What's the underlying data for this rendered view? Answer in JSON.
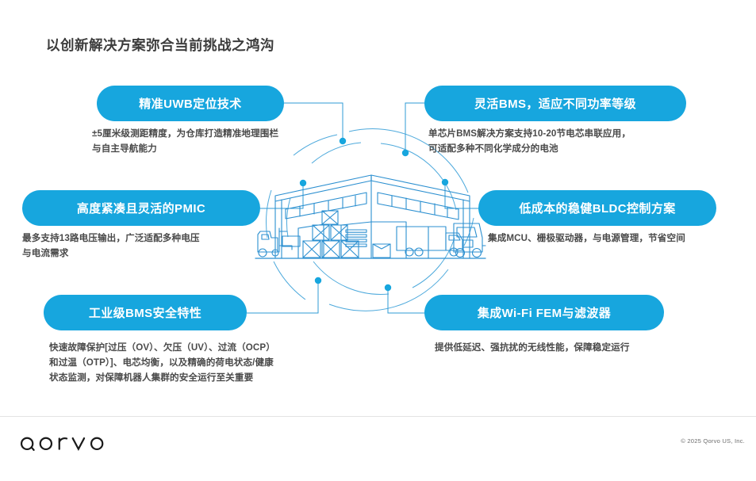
{
  "slide": {
    "title": "以创新解决方案弥合当前挑战之鸿沟",
    "accent_color": "#17A6DE",
    "line_color": "#2F9BD6",
    "title_color": "#3C3C3C",
    "body_color": "#4A4A4A",
    "background": "#FFFFFF"
  },
  "nodes": [
    {
      "id": "uwb",
      "label": "精准UWB定位技术",
      "desc_lines": [
        "±5厘米级测距精度，为仓库打造精准地理围栏",
        "与自主导航能力"
      ]
    },
    {
      "id": "bms_flex",
      "label": "灵活BMS，适应不同功率等级",
      "desc_lines": [
        "单芯片BMS解决方案支持10-20节电芯串联应用，",
        "可适配多种不同化学成分的电池"
      ]
    },
    {
      "id": "pmic",
      "label": "高度紧凑且灵活的PMIC",
      "desc_lines": [
        "最多支持13路电压输出，广泛适配多种电压",
        "与电流需求"
      ]
    },
    {
      "id": "bldc",
      "label": "低成本的稳健BLDC控制方案",
      "desc_lines": [
        "集成MCU、栅极驱动器，与电源管理，节省空间"
      ]
    },
    {
      "id": "bms_safe",
      "label": "工业级BMS安全特性",
      "desc_lines": [
        "快速故障保护[过压（OV）、欠压（UV）、过流（OCP）",
        "和过温（OTP）]、电芯均衡，以及精确的荷电状态/健康",
        "状态监测，对保障机器人集群的安全运行至关重要"
      ]
    },
    {
      "id": "wifi",
      "label": "集成Wi-Fi FEM与滤波器",
      "desc_lines": [
        "提供低延迟、强抗扰的无线性能，保障稳定运行"
      ]
    }
  ],
  "illustration": {
    "name": "warehouse-logistics-line-art",
    "elements": [
      "warehouse-building",
      "forklift",
      "pallet-boxes",
      "delivery-truck",
      "semi-truck",
      "loading-dock"
    ]
  },
  "footer": {
    "logo_text": "qorvo",
    "copyright": "© 2025 Qorvo US, Inc."
  }
}
